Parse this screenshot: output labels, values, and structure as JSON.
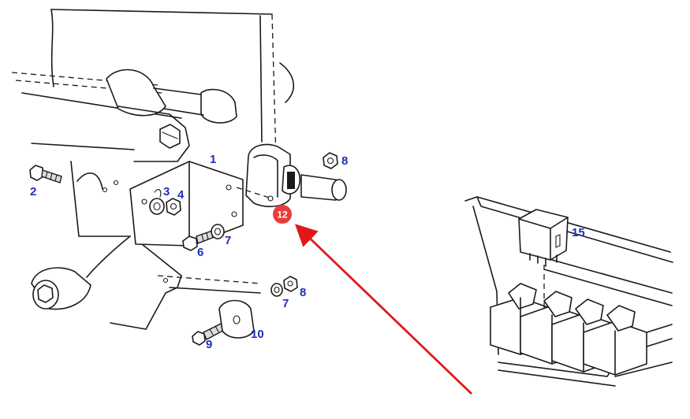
{
  "callouts": {
    "c1": "1",
    "c2": "2",
    "c3": "3",
    "c4": "4",
    "c6": "6",
    "c7a": "7",
    "c7b": "7",
    "c8a": "8",
    "c8b": "8",
    "c9": "9",
    "c10": "10",
    "c15": "15"
  },
  "highlight": {
    "label": "12",
    "color": "#e83c3c"
  },
  "colors": {
    "callout": "#1f2fb8",
    "arrow": "#e01818",
    "line": "#1a1a1a"
  }
}
